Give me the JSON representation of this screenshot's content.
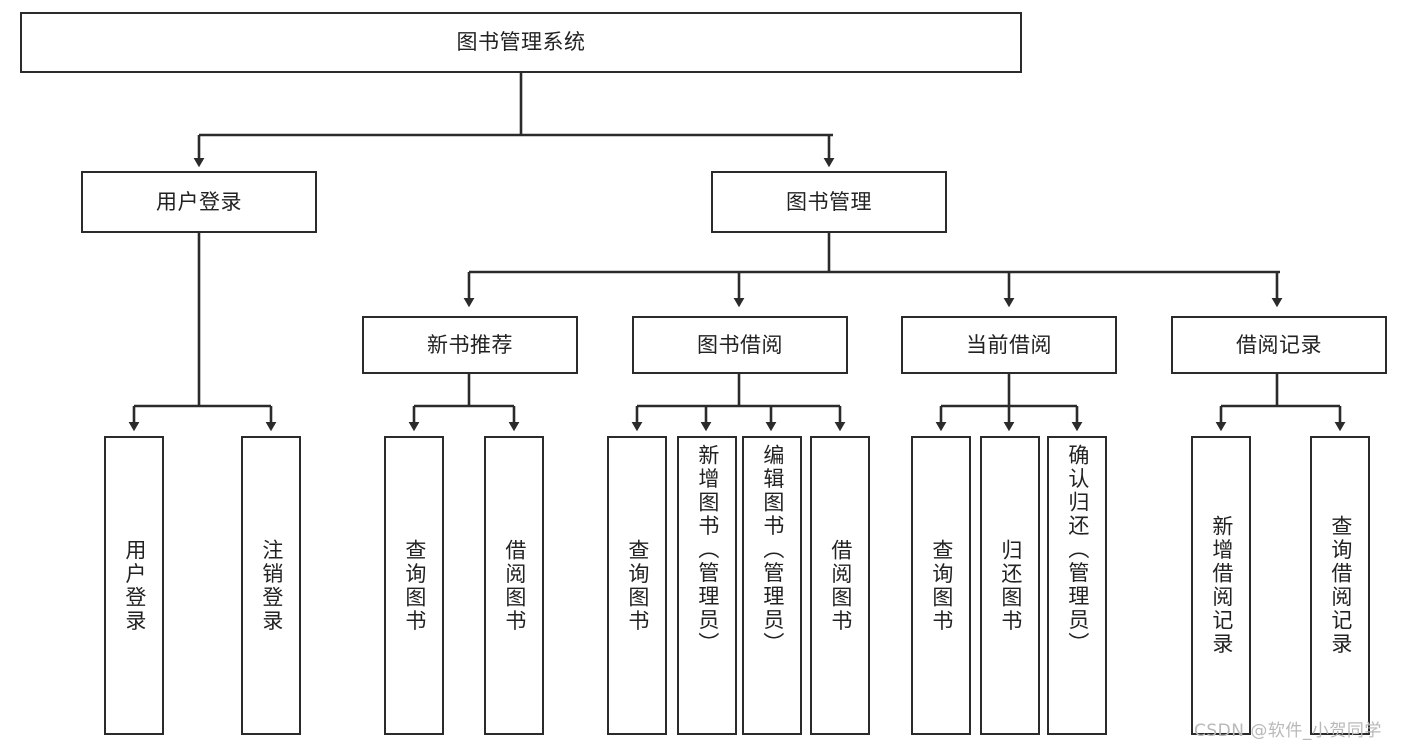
{
  "diagram": {
    "type": "tree-hierarchy-chart",
    "title": "图书管理系统",
    "orientation": "top-down",
    "colors": {
      "box_border": "#2b2b2b",
      "box_fill": "#ffffff",
      "edge": "#2b2b2b",
      "text": "#222222",
      "watermark": "#b9b9b9"
    },
    "nodes": {
      "root": {
        "label": "图书管理系统"
      },
      "level2": [
        {
          "id": "user-login",
          "label": "用户登录"
        },
        {
          "id": "book-management",
          "label": "图书管理"
        }
      ],
      "level3": [
        {
          "id": "new-book-recommend",
          "label": "新书推荐"
        },
        {
          "id": "book-borrow",
          "label": "图书借阅"
        },
        {
          "id": "current-borrow",
          "label": "当前借阅"
        },
        {
          "id": "borrow-record",
          "label": "借阅记录"
        }
      ],
      "leaves": {
        "user-login": [
          {
            "id": "leaf-user-login",
            "label": "用户登录"
          },
          {
            "id": "leaf-logout-login",
            "label": "注销登录"
          }
        ],
        "new-book-recommend": [
          {
            "id": "leaf-query-book-1",
            "label": "查询图书"
          },
          {
            "id": "leaf-borrow-book-1",
            "label": "借阅图书"
          }
        ],
        "book-borrow": [
          {
            "id": "leaf-query-book-2",
            "label": "查询图书"
          },
          {
            "id": "leaf-add-book",
            "label": "新增图书（管理员）"
          },
          {
            "id": "leaf-edit-book",
            "label": "编辑图书（管理员）"
          },
          {
            "id": "leaf-borrow-book-2",
            "label": "借阅图书"
          }
        ],
        "current-borrow": [
          {
            "id": "leaf-query-book-3",
            "label": "查询图书"
          },
          {
            "id": "leaf-return-book",
            "label": "归还图书"
          },
          {
            "id": "leaf-confirm-return",
            "label": "确认归还（管理员）"
          }
        ],
        "borrow-record": [
          {
            "id": "leaf-add-record",
            "label": "新增借阅记录"
          },
          {
            "id": "leaf-query-record",
            "label": "查询借阅记录"
          }
        ]
      }
    },
    "watermark": "CSDN @软件_小贺同学"
  }
}
